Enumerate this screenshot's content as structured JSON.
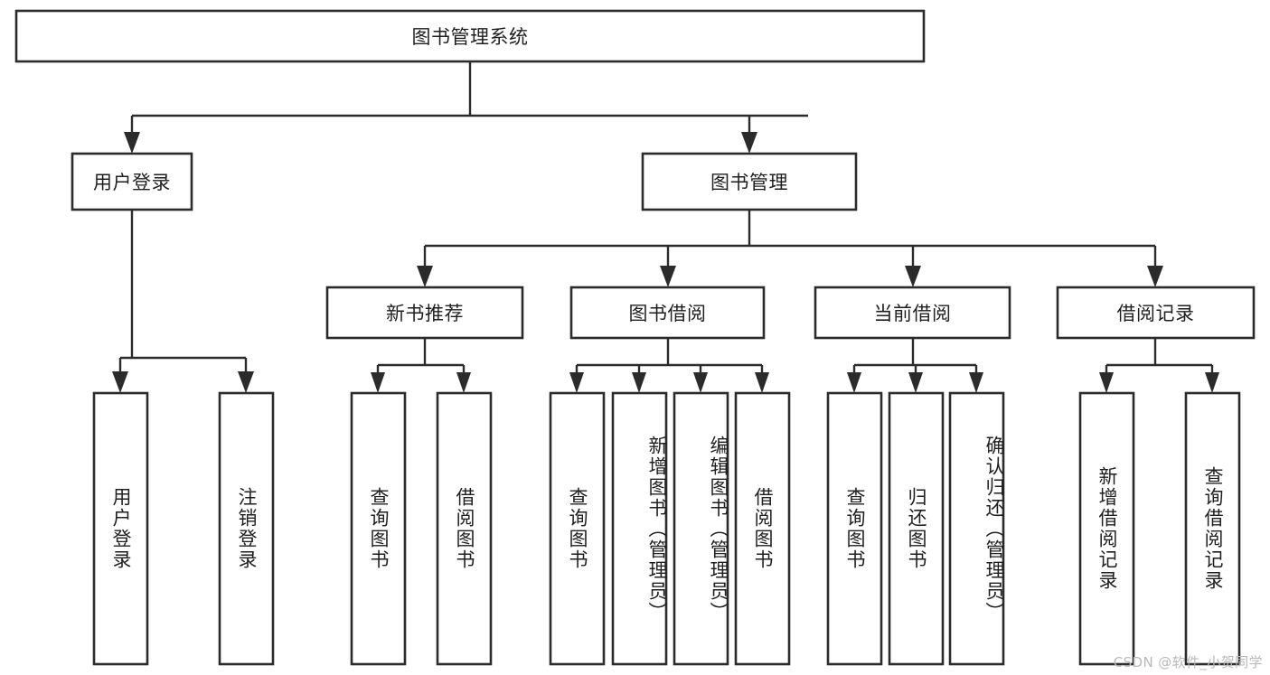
{
  "diagram": {
    "title": "图书管理系统",
    "type": "tree-hierarchy-diagram",
    "colors": {
      "background": "#ffffff",
      "box_stroke": "#2b2b2b",
      "box_fill": "#ffffff",
      "text": "#1f1f1f",
      "watermark": "#b9b9b9"
    },
    "root": {
      "label": "图书管理系统"
    },
    "level1": [
      {
        "label": "用户登录"
      },
      {
        "label": "图书管理"
      }
    ],
    "level2": [
      {
        "label": "新书推荐"
      },
      {
        "label": "图书借阅"
      },
      {
        "label": "当前借阅"
      },
      {
        "label": "借阅记录"
      }
    ],
    "leaves": {
      "user_login": [
        {
          "label": "用户登录"
        },
        {
          "label": "注销登录"
        }
      ],
      "new_book_recommend": [
        {
          "label": "查询图书"
        },
        {
          "label": "借阅图书"
        }
      ],
      "book_borrow": [
        {
          "label": "查询图书"
        },
        {
          "label": "新增图书（管理员）"
        },
        {
          "label": "编辑图书（管理员）"
        },
        {
          "label": "借阅图书"
        }
      ],
      "current_borrow": [
        {
          "label": "查询图书"
        },
        {
          "label": "归还图书"
        },
        {
          "label": "确认归还（管理员）"
        }
      ],
      "borrow_record": [
        {
          "label": "新增借阅记录"
        },
        {
          "label": "查询借阅记录"
        }
      ]
    },
    "watermark": "CSDN @软件_小贺同学"
  }
}
